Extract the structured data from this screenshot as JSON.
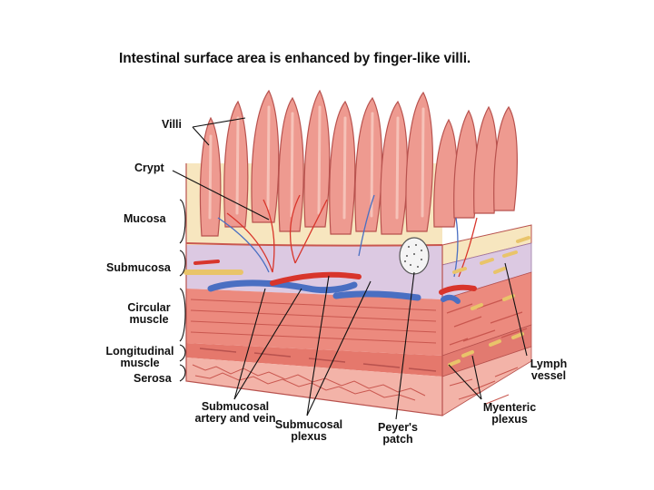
{
  "title": "Intestinal surface area is enhanced by finger-like villi.",
  "labels": {
    "villi": "Villi",
    "crypt": "Crypt",
    "mucosa": "Mucosa",
    "submucosa": "Submucosa",
    "circular_1": "Circular",
    "circular_2": "muscle",
    "longitudinal_1": "Longitudinal",
    "longitudinal_2": "muscle",
    "serosa": "Serosa",
    "sm_artery_1": "Submucosal",
    "sm_artery_2": "artery and vein",
    "sm_plexus_1": "Submucosal",
    "sm_plexus_2": "plexus",
    "peyers_1": "Peyer's",
    "peyers_2": "patch",
    "myenteric_1": "Myenteric",
    "myenteric_2": "plexus",
    "lymph_1": "Lymph",
    "lymph_2": "vessel"
  },
  "colors": {
    "villus": "#ee9a90",
    "villus_edge": "#b8524e",
    "mucosa": "#f7e6bf",
    "submucosa": "#dcc9e2",
    "muscle": "#ec8a7e",
    "muscle_dark": "#c9574f",
    "serosa": "#f3b3a8",
    "artery": "#d8352b",
    "vein": "#4a6fc2",
    "nerve": "#e9c46a"
  }
}
